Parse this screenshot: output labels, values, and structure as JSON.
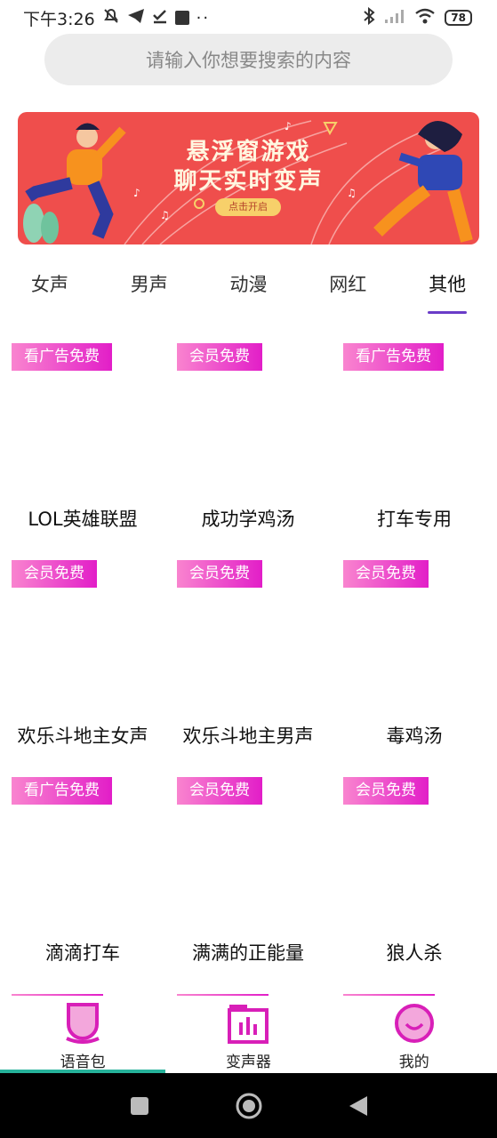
{
  "status_bar": {
    "time": "下午3:26",
    "battery": "78",
    "icons": [
      "mute-bell-icon",
      "telegram-icon",
      "check-icon",
      "square-icon",
      "dots-icon",
      "bluetooth-icon",
      "signal-icon",
      "wifi-icon",
      "battery-icon"
    ]
  },
  "search": {
    "placeholder": "请输入你想要搜索的内容"
  },
  "banner": {
    "line1": "悬浮窗游戏",
    "line2": "聊天实时变声",
    "button": "点击开启"
  },
  "tabs": [
    {
      "label": "女声"
    },
    {
      "label": "男声"
    },
    {
      "label": "动漫"
    },
    {
      "label": "网红"
    },
    {
      "label": "其他",
      "active": true
    }
  ],
  "items": [
    {
      "badge": "看广告免费",
      "name": "LOL英雄联盟"
    },
    {
      "badge": "会员免费",
      "name": "成功学鸡汤"
    },
    {
      "badge": "看广告免费",
      "name": "打车专用"
    },
    {
      "badge": "会员免费",
      "name": "欢乐斗地主女声"
    },
    {
      "badge": "会员免费",
      "name": "欢乐斗地主男声"
    },
    {
      "badge": "会员免费",
      "name": "毒鸡汤"
    },
    {
      "badge": "看广告免费",
      "name": "滴滴打车"
    },
    {
      "badge": "会员免费",
      "name": "满满的正能量"
    },
    {
      "badge": "会员免费",
      "name": "狼人杀"
    }
  ],
  "bottom_nav": [
    {
      "label": "语音包",
      "icon": "voice-pack-icon",
      "active": true
    },
    {
      "label": "变声器",
      "icon": "voice-changer-icon"
    },
    {
      "label": "我的",
      "icon": "profile-icon"
    }
  ],
  "colors": {
    "badge_start": "#f984cf",
    "badge_end": "#e21ec8",
    "tab_indicator": "#6a3cc8",
    "banner_bg": "#ef4e4c",
    "nav_active_line": "#26b29a",
    "nav_icon": "#d81fb8"
  }
}
